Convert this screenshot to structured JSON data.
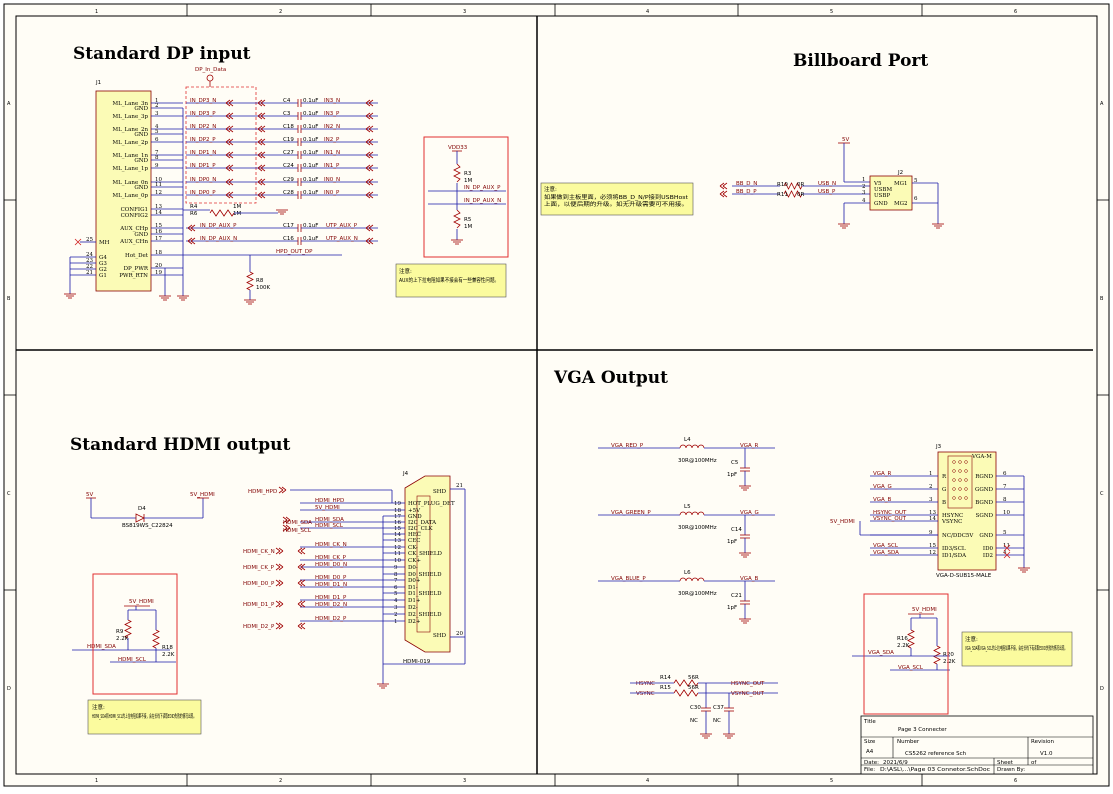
{
  "sections": {
    "dp_title": "Standard DP input",
    "billboard_title": "Billboard Port",
    "hdmi_title": "Standard HDMI output",
    "vga_title": "VGA Output"
  },
  "zones": {
    "columns": [
      "1",
      "2",
      "3",
      "4",
      "5",
      "6"
    ],
    "rows": [
      "A",
      "B",
      "C",
      "D"
    ]
  },
  "dp": {
    "ref": "J1",
    "flag": "DP_In_Data",
    "pins": [
      {
        "name": "ML_Lane_3n",
        "num": "1"
      },
      {
        "name": "GND",
        "num": "2"
      },
      {
        "name": "ML_Lane_3p",
        "num": "3"
      },
      {
        "name": "ML_Lane_2n",
        "num": "4"
      },
      {
        "name": "GND",
        "num": "5"
      },
      {
        "name": "ML_Lane_2p",
        "num": "6"
      },
      {
        "name": "ML_Lane_1n",
        "num": "7"
      },
      {
        "name": "GND",
        "num": "8"
      },
      {
        "name": "ML_Lane_1p",
        "num": "9"
      },
      {
        "name": "ML_Lane_0n",
        "num": "10"
      },
      {
        "name": "GND",
        "num": "11"
      },
      {
        "name": "ML_Lane_0p",
        "num": "12"
      },
      {
        "name": "CONFIG1",
        "num": "13"
      },
      {
        "name": "CONFIG2",
        "num": "14"
      },
      {
        "name": "AUX_CHp",
        "num": "15"
      },
      {
        "name": "GND",
        "num": "16"
      },
      {
        "name": "AUX_CHn",
        "num": "17"
      },
      {
        "name": "Hot_Det",
        "num": "18"
      },
      {
        "name": "DP_PWR",
        "num": "20"
      },
      {
        "name": "PWR_RTN",
        "num": "19"
      }
    ],
    "mh": {
      "name": "MH",
      "num": "25"
    },
    "g_pins": [
      {
        "name": "G4",
        "num": "24"
      },
      {
        "name": "G3",
        "num": "23"
      },
      {
        "name": "G2",
        "num": "22"
      },
      {
        "name": "G1",
        "num": "21"
      }
    ],
    "lanes": [
      {
        "in": "IN_DP3_N",
        "cap": "C4",
        "val": "0.1uF",
        "out": "IN3_N"
      },
      {
        "in": "IN_DP3_P",
        "cap": "C3",
        "val": "0.1uF",
        "out": "IN3_P"
      },
      {
        "in": "IN_DP2_N",
        "cap": "C18",
        "val": "0.1uF",
        "out": "IN2_N"
      },
      {
        "in": "IN_DP2_P",
        "cap": "C19",
        "val": "0.1uF",
        "out": "IN2_P"
      },
      {
        "in": "IN_DP1_N",
        "cap": "C27",
        "val": "0.1uF",
        "out": "IN1_N"
      },
      {
        "in": "IN_DP1_P",
        "cap": "C24",
        "val": "0.1uF",
        "out": "IN1_P"
      },
      {
        "in": "IN_DP0_N",
        "cap": "C29",
        "val": "0.1uF",
        "out": "IN0_N"
      },
      {
        "in": "IN_DP0_P",
        "cap": "C28",
        "val": "0.1uF",
        "out": "IN0_P"
      }
    ],
    "r4": {
      "ref": "R4",
      "val": "1M"
    },
    "r6": {
      "ref": "R6",
      "val": "1M"
    },
    "aux": [
      {
        "in": "IN_DP_AUX_P",
        "cap": "C17",
        "val": "0.1uF",
        "out": "UTP_AUX_P"
      },
      {
        "in": "IN_DP_AUX_N",
        "cap": "C16",
        "val": "0.1uF",
        "out": "UTP_AUX_N"
      }
    ],
    "hpd": "HPD_OUT_DP",
    "r8": {
      "ref": "R8",
      "val": "100K"
    },
    "aux_box": {
      "vdd": "VDD33",
      "r3": "R3",
      "r3v": "1M",
      "r5": "R5",
      "r5v": "1M",
      "net_p": "IN_DP_AUX_P",
      "net_n": "IN_DP_AUX_N"
    },
    "note_title": "注意:",
    "note_text": "AUX的上下拉电阻如果不接会有一些兼容性问题。"
  },
  "billboard": {
    "note_title": "注意:",
    "note_line1": "如果做到主板里面，必须将BB_D_N/P接到USBHost",
    "note_line2": "上面，以便后期的升级。如无升级需要可不用接。",
    "vbus": "5V",
    "nets": [
      "BB_D_N",
      "BB_D_P"
    ],
    "r10": {
      "ref": "R10",
      "val": "0R"
    },
    "r11": {
      "ref": "R11",
      "val": "0R"
    },
    "usb": [
      "USB_N",
      "USB_P"
    ],
    "ref": "J2",
    "pins": [
      "V5",
      "USBM",
      "USBP",
      "GND"
    ],
    "mg": [
      "MG1",
      "MG2"
    ],
    "pin_nums": [
      "1",
      "2",
      "3",
      "4",
      "5",
      "6"
    ]
  },
  "hdmi": {
    "diode": {
      "ref": "D4",
      "part": "BS819WS_C22824",
      "left": "5V",
      "right": "5V_HDMI"
    },
    "box": {
      "vcc": "5V_HDMI",
      "r9": "R9",
      "r9v": "2.2K",
      "r18": "R18",
      "r18v": "2.2K",
      "sda": "HDMI_SDA",
      "scl": "HDMI_SCL"
    },
    "note_title": "注意:",
    "note_text": "HDMI_SDA和HDMI_SCL的上拉电阻如果不接，会在长线下读取EDID失败的情况出现。",
    "ref": "J4",
    "part": "HDMI-019",
    "hpd_net": "HDMI_HPD",
    "inputs": [
      {
        "net": "HDMI_HPD",
        "pin": "19",
        "name": "HOT_PLUG_DET"
      },
      {
        "net": "5V_HDMI",
        "pin": "18",
        "name": "+5V"
      },
      {
        "net": "",
        "pin": "17",
        "name": "GND"
      },
      {
        "net": "HDMI_SDA",
        "pin": "16",
        "name": "I2C_DATA"
      },
      {
        "net": "HDMI_SCL",
        "pin": "15",
        "name": "I2C_CLK"
      },
      {
        "net": "",
        "pin": "14",
        "name": "HEC"
      },
      {
        "net": "",
        "pin": "13",
        "name": "CEC"
      },
      {
        "net": "HDMI_CK_N",
        "pin": "12",
        "name": "CK-"
      },
      {
        "net": "",
        "pin": "11",
        "name": "CK_SHIELD"
      },
      {
        "net": "HDMI_CK_P",
        "pin": "10",
        "name": "CK+"
      },
      {
        "net": "HDMI_D0_N",
        "pin": "9",
        "name": "D0-"
      },
      {
        "net": "",
        "pin": "8",
        "name": "D0_SHIELD"
      },
      {
        "net": "HDMI_D0_P",
        "pin": "7",
        "name": "D0+"
      },
      {
        "net": "HDMI_D1_N",
        "pin": "6",
        "name": "D1-"
      },
      {
        "net": "",
        "pin": "5",
        "name": "D1_SHIELD"
      },
      {
        "net": "HDMI_D1_P",
        "pin": "4",
        "name": "D1+"
      },
      {
        "net": "HDMI_D2_N",
        "pin": "3",
        "name": "D2-"
      },
      {
        "net": "",
        "pin": "2",
        "name": "D2_SHIELD"
      },
      {
        "net": "HDMI_D2_P",
        "pin": "1",
        "name": "D2+"
      }
    ],
    "shd": [
      "SHD",
      "SHD"
    ],
    "shd_nums": [
      "21",
      "20"
    ],
    "left_nets": [
      "HDMI_CK_N",
      "HDMI_CK_P",
      "HDMI_D0_P",
      "HDMI_D1_P",
      "HDMI_D2_P"
    ]
  },
  "vga": {
    "chans": [
      {
        "in": "VGA_RED_P",
        "l": "L4",
        "lval": "30R@100MHz",
        "out": "VGA_R",
        "c": "C5",
        "cval": "1pF"
      },
      {
        "in": "VGA_GREEN_P",
        "l": "L5",
        "lval": "30R@100MHz",
        "out": "VGA_G",
        "c": "C14",
        "cval": "1pF"
      },
      {
        "in": "VGA_BLUE_P",
        "l": "L6",
        "lval": "30R@100MHz",
        "out": "VGA_B",
        "c": "C21",
        "cval": "1pF"
      }
    ],
    "sync": [
      {
        "in": "HSYNC",
        "r": "R14",
        "rv": "56R",
        "out": "HSYNC_OUT"
      },
      {
        "in": "VSYNC",
        "r": "R15",
        "rv": "56R",
        "out": "VSYNC_OUT"
      }
    ],
    "sync_caps": [
      {
        "c": "C30",
        "v": "NC"
      },
      {
        "c": "C37",
        "v": "NC"
      }
    ],
    "conn": {
      "ref": "J3",
      "head": "VGA-M",
      "part": "VGA-D-SUB15-MALE",
      "left": [
        {
          "net": "VGA_R",
          "num": "1",
          "name": "R",
          "rname": "RGND",
          "rnum": "6"
        },
        {
          "net": "VGA_G",
          "num": "2",
          "name": "G",
          "rname": "GGND",
          "rnum": "7"
        },
        {
          "net": "VGA_B",
          "num": "3",
          "name": "B",
          "rname": "BGND",
          "rnum": "8"
        },
        {
          "net": "HSYNC_OUT",
          "num": "13",
          "name": "HSYNC",
          "rname": "SGND",
          "rnum": "10"
        },
        {
          "net": "VSYNC_OUT",
          "num": "14",
          "name": "VSYNC",
          "rname": "",
          "rnum": ""
        },
        {
          "net": "",
          "num": "9",
          "name": "NC/DDC5V",
          "rname": "GND",
          "rnum": "5"
        },
        {
          "net": "VGA_SCL",
          "num": "15",
          "name": "ID3/SCL",
          "rname": "ID0",
          "rnum": "11"
        },
        {
          "net": "VGA_SDA",
          "num": "12",
          "name": "ID1/SDA",
          "rname": "ID2",
          "rnum": "4"
        }
      ],
      "vcc": "5V_HDMI"
    },
    "box": {
      "vcc": "5V_HDMI",
      "r16": "R16",
      "r16v": "2.2K",
      "r20": "R20",
      "r20v": "2.2K",
      "sda": "VGA_SDA",
      "scl": "VGA_SCL"
    },
    "note_title": "注意:",
    "note_text": "VGA_SDA和VGA_SCL的上拉电阻如果不接，会在长线下有读取EDID失败的情况出现。"
  },
  "titleblock": {
    "title_lbl": "Title",
    "title": "Page 3 Connecter",
    "size_lbl": "Size",
    "size": "A4",
    "number_lbl": "Number",
    "number": "CS5262 reference Sch",
    "rev_lbl": "Revision",
    "rev": "V1.0",
    "date_lbl": "Date:",
    "date": "2021/6/9",
    "sheet_lbl": "Sheet",
    "sheet_of": "of",
    "file_lbl": "File:",
    "file": "D:\\ASL\\...\\Page 03 Connetor.SchDoc",
    "drawn_lbl": "Drawn By:"
  },
  "colors": {
    "wire": "#1a1aa8",
    "net": "#800000",
    "comp": "#a00000",
    "note": "#fbfb9e",
    "border": "#000000",
    "red_box": "#e03030",
    "bg": "#fffff8"
  }
}
